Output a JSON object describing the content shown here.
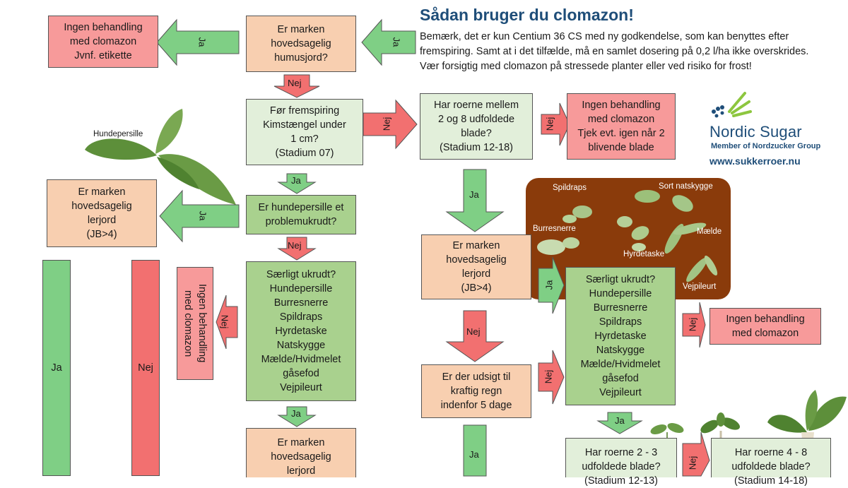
{
  "header": {
    "title": "Sådan bruger du clomazon!",
    "note_line1": "Bemærk, det er kun Centium 36 CS med ny godkendelse, som kan benyttes efter fremspiring. Samt at i det tilfælde, må en samlet dosering på 0,2 l/ha ikke overskrides.",
    "note_line2": "Vær forsigtig med clomazon på stressede planter eller ved risiko for frost!"
  },
  "logo": {
    "brand": "Nordic Sugar",
    "tagline": "Member of Nordzucker Group",
    "url": "www.sukkerroer.nu"
  },
  "boxes": {
    "humusjord_top": "Er marken\nhovedsagelig\nhumusjord?",
    "no_treat_etiket": "Ingen behandling\nmed clomazon\nJvnf. etikette",
    "pre_emergence": "Før fremspiring\nKimstængel under\n1 cm?\n(Stadium 07)",
    "leaves_2_8": "Har roerne mellem\n2 og 8 udfoldede\nblade?\n(Stadium 12-18)",
    "no_treat_check": "Ingen behandling\nmed clomazon\nTjek evt. igen når 2\nblivende blade",
    "lerjord_left": "Er marken\nhovedsagelig\nlerjord\n(JB>4)",
    "hundepersille_problem": "Er hundepersille et\nproblemukrudt?",
    "weeds_left": "Særligt ukrudt?\nHundepersille\nBurresnerre\nSpildraps\nHyrdetaske\nNatskygge\nMælde/Hvidmelet\ngåsefod\nVejpileurt",
    "no_treat_vertical": "Ingen behandling\nmed clomazon",
    "lerjord_middle_bottom": "Er marken\nhovedsagelig\nlerjord",
    "lerjord_right": "Er marken\nhovedsagelig\nlerjord\n(JB>4)",
    "rain": "Er der udsigt til\nkraftig regn\nindenfor 5 dage",
    "weeds_right": "Særligt ukrudt?\nHundepersille\nBurresnerre\nSpildraps\nHyrdetaske\nNatskygge\nMælde/Hvidmelet\ngåsefod\nVejpileurt",
    "no_treat_right": "Ingen behandling\nmed clomazon",
    "leaves_2_3": "Har roerne 2 - 3\nudfoldede blade?\n(Stadium 12-13)",
    "leaves_4_8": "Har roerne 4 - 8\nudfoldede blade?\n(Stadium 14-18)"
  },
  "legend": {
    "yes": "Ja",
    "no": "Nej"
  },
  "arrow_labels": {
    "yes": "Ja",
    "no": "Nej"
  },
  "plants": {
    "hundepersille": "Hundepersille",
    "spildraps": "Spildraps",
    "sort_natskygge": "Sort natskygge",
    "burresnerre": "Burresnerre",
    "maelde": "Mælde",
    "hyrdetaske": "Hyrdetaske",
    "vejpileurt": "Vejpileurt"
  },
  "colors": {
    "yes_green": "#7fcf85",
    "no_red": "#f27070",
    "title_blue": "#1f4e79",
    "weed_bg": "#8a3b0b"
  }
}
